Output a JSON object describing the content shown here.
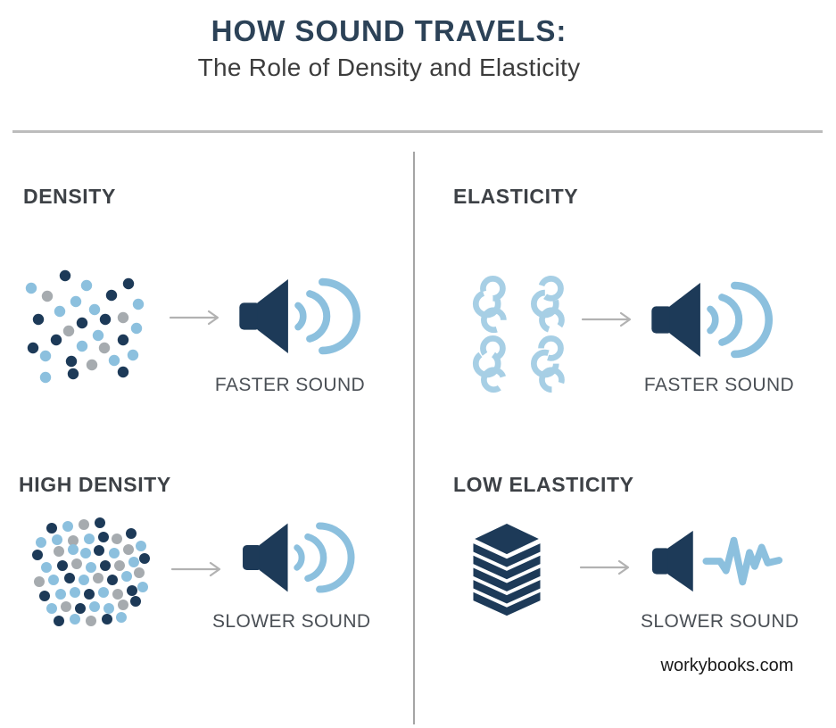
{
  "header": {
    "title": "HOW SOUND TRAVELS:",
    "subtitle": "The Role of Density and Elasticity"
  },
  "quadrants": {
    "density": {
      "label": "DENSITY",
      "icon": "scattered-particles",
      "result": "FASTER SOUND"
    },
    "elasticity": {
      "label": "ELASTICITY",
      "icon": "coil-springs",
      "result": "FASTER SOUND"
    },
    "high_density": {
      "label": "HIGH DENSITY",
      "icon": "dense-particles",
      "result": "SLOWER SOUND"
    },
    "low_elasticity": {
      "label": "LOW ELASTICITY",
      "icon": "stacked-layers",
      "result": "SLOWER SOUND"
    }
  },
  "watermark": "workybooks.com",
  "icons": {
    "arrow": "right-arrow",
    "sound_fast": "speaker-with-sound-waves",
    "sound_slow": "speaker-with-jagged-wave"
  },
  "colors": {
    "navy": "#1d3a58",
    "title_navy": "#2c4257",
    "light_blue": "#8cc0de",
    "pale_blue": "#a7cfe5",
    "dot_gray": "#a6abaf",
    "arrow_gray": "#b2b2b2",
    "label_gray": "#3d4146",
    "subtitle_gray": "#3c3c3c",
    "result_gray": "#4a4f55",
    "watermark_color": "#1a1a1a",
    "divider_h": "#bcbcbc",
    "divider_v": "#a5a5a5"
  },
  "illustrations": {
    "dot_color_order": [
      "navy",
      "light_blue",
      "dot_gray"
    ],
    "sparse_dots": [
      [
        51,
        13,
        0
      ],
      [
        13,
        27,
        1
      ],
      [
        75,
        24,
        1
      ],
      [
        122,
        22,
        0
      ],
      [
        31,
        36,
        2
      ],
      [
        103,
        35,
        0
      ],
      [
        63,
        42,
        1
      ],
      [
        133,
        45,
        1
      ],
      [
        45,
        53,
        1
      ],
      [
        84,
        51,
        1
      ],
      [
        21,
        62,
        0
      ],
      [
        96,
        62,
        0
      ],
      [
        116,
        60,
        2
      ],
      [
        70,
        66,
        0
      ],
      [
        131,
        72,
        1
      ],
      [
        55,
        75,
        2
      ],
      [
        88,
        80,
        1
      ],
      [
        116,
        85,
        0
      ],
      [
        41,
        85,
        0
      ],
      [
        70,
        92,
        1
      ],
      [
        15,
        94,
        0
      ],
      [
        95,
        94,
        2
      ],
      [
        127,
        102,
        1
      ],
      [
        29,
        103,
        1
      ],
      [
        58,
        109,
        0
      ],
      [
        106,
        108,
        1
      ],
      [
        81,
        113,
        2
      ],
      [
        116,
        121,
        0
      ],
      [
        60,
        123,
        0
      ],
      [
        29,
        127,
        1
      ]
    ],
    "dense_dots": [
      [
        20,
        8,
        0
      ],
      [
        38,
        6,
        1
      ],
      [
        56,
        4,
        2
      ],
      [
        74,
        2,
        0
      ],
      [
        8,
        24,
        1
      ],
      [
        26,
        21,
        1
      ],
      [
        44,
        22,
        2
      ],
      [
        62,
        20,
        1
      ],
      [
        78,
        18,
        0
      ],
      [
        93,
        20,
        2
      ],
      [
        109,
        14,
        0
      ],
      [
        4,
        38,
        0
      ],
      [
        28,
        34,
        2
      ],
      [
        44,
        32,
        1
      ],
      [
        58,
        36,
        1
      ],
      [
        73,
        33,
        0
      ],
      [
        90,
        36,
        1
      ],
      [
        106,
        32,
        2
      ],
      [
        120,
        28,
        1
      ],
      [
        14,
        52,
        1
      ],
      [
        32,
        50,
        0
      ],
      [
        48,
        48,
        2
      ],
      [
        64,
        52,
        1
      ],
      [
        80,
        50,
        0
      ],
      [
        96,
        50,
        2
      ],
      [
        112,
        46,
        1
      ],
      [
        124,
        42,
        0
      ],
      [
        6,
        68,
        2
      ],
      [
        22,
        66,
        1
      ],
      [
        40,
        64,
        0
      ],
      [
        56,
        66,
        1
      ],
      [
        72,
        64,
        2
      ],
      [
        88,
        66,
        0
      ],
      [
        104,
        62,
        1
      ],
      [
        118,
        58,
        2
      ],
      [
        12,
        84,
        0
      ],
      [
        30,
        82,
        1
      ],
      [
        46,
        80,
        1
      ],
      [
        62,
        82,
        0
      ],
      [
        78,
        80,
        1
      ],
      [
        94,
        82,
        2
      ],
      [
        110,
        78,
        0
      ],
      [
        122,
        74,
        1
      ],
      [
        20,
        98,
        1
      ],
      [
        36,
        96,
        2
      ],
      [
        52,
        98,
        0
      ],
      [
        68,
        96,
        1
      ],
      [
        84,
        98,
        1
      ],
      [
        100,
        94,
        2
      ],
      [
        114,
        90,
        0
      ],
      [
        28,
        112,
        0
      ],
      [
        46,
        110,
        1
      ],
      [
        64,
        112,
        2
      ],
      [
        82,
        110,
        0
      ],
      [
        98,
        108,
        1
      ]
    ]
  }
}
